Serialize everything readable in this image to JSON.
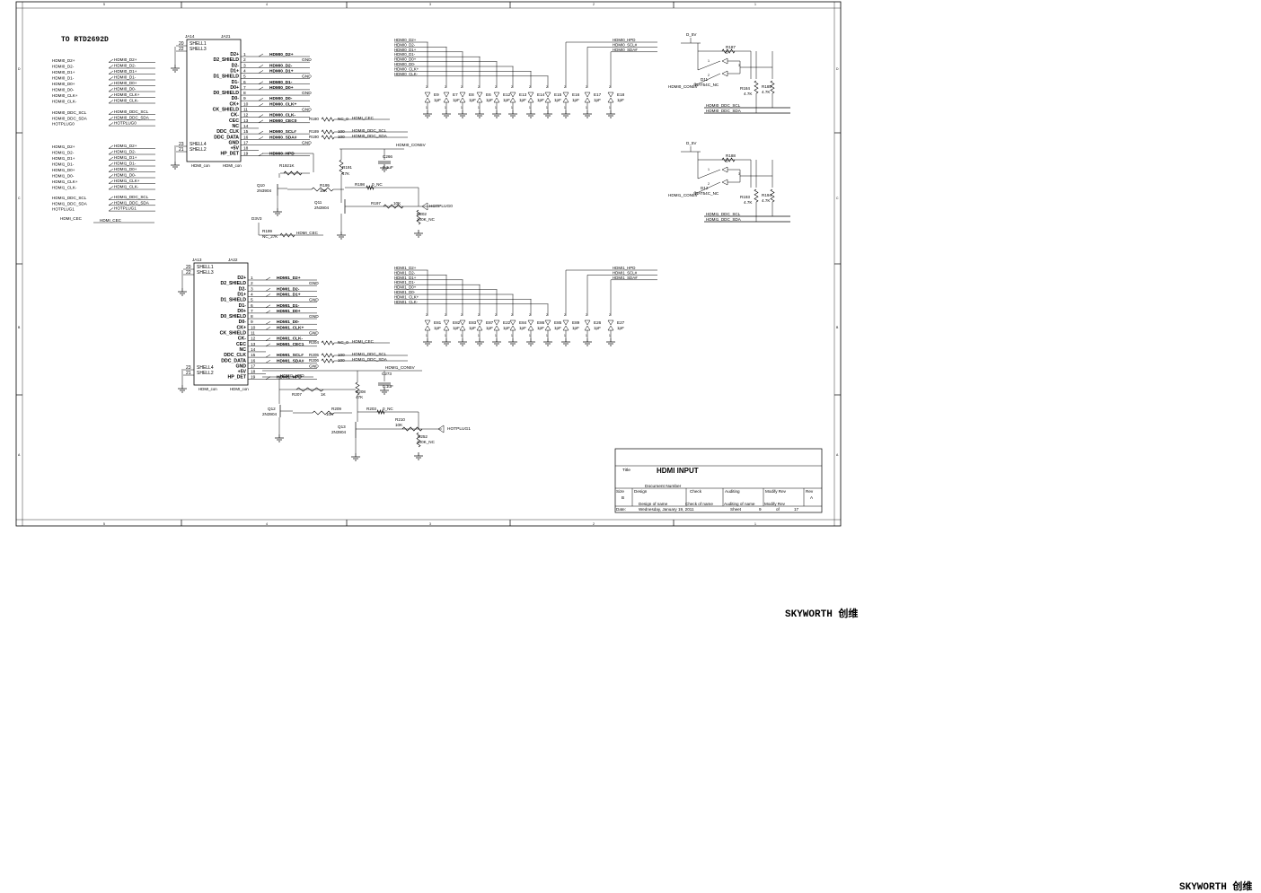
{
  "sheet_title": "TO RTD2692D",
  "brand": "SKYWORTH 创维",
  "top_side_labels": [
    "5",
    "4",
    "3",
    "2",
    "1"
  ],
  "side_row_labels": [
    "D",
    "C",
    "B",
    "A"
  ],
  "left_nets_top": [
    [
      "HDMI0_D2+",
      "HDMI0_D2+"
    ],
    [
      "HDMI0_D2-",
      "HDMI0_D2-"
    ],
    [
      "HDMI0_D1+",
      "HDMI0_D1+"
    ],
    [
      "HDMI0_D1-",
      "HDMI0_D1-"
    ],
    [
      "HDMI0_D0+",
      "HDMI0_D0+"
    ],
    [
      "HDMI0_D0-",
      "HDMI0_D0-"
    ],
    [
      "HDMI0_CLK+",
      "HDMI0_CLK+"
    ],
    [
      "HDMI0_CLK-",
      "HDMI0_CLK-"
    ]
  ],
  "left_nets_top_b": [
    [
      "HDMI0_DDC_SCL",
      "HDMI0_DDC_SCL"
    ],
    [
      "HDMI0_DDC_SDA",
      "HDMI0_DDC_SDA"
    ],
    [
      "HOTPLUG0",
      "HOTPLUG0"
    ]
  ],
  "left_nets_mid": [
    [
      "HDMI1_D2+",
      "HDMI1_D2+"
    ],
    [
      "HDMI1_D2-",
      "HDMI1_D2-"
    ],
    [
      "HDMI1_D1+",
      "HDMI1_D1+"
    ],
    [
      "HDMI1_D1-",
      "HDMI1_D1-"
    ],
    [
      "HDMI1_D0+",
      "HDMI1_D0+"
    ],
    [
      "HDMI1_D0-",
      "HDMI1_D0-"
    ],
    [
      "HDMI1_CLK+",
      "HDMI1_CLK+"
    ],
    [
      "HDMI1_CLK-",
      "HDMI1_CLK-"
    ]
  ],
  "left_nets_mid_b": [
    [
      "HDMI1_DDC_SCL",
      "HDMI1_DDC_SCL"
    ],
    [
      "HDMI1_DDC_SDA",
      "HDMI1_DDC_SDA"
    ],
    [
      "HOTPLUG1",
      "HOTPLUG1"
    ]
  ],
  "hdmi_cec": [
    "HDMI_CEC",
    "HDMI_CEC"
  ],
  "connector0": {
    "ref_a": "JA14",
    "ref_b": "JA21",
    "shell_pins": [
      [
        "20",
        "SHELL1"
      ],
      [
        "22",
        "SHELL3"
      ]
    ],
    "shell_pins_b": [
      [
        "23",
        "SHELL4"
      ],
      [
        "21",
        "SHELL2"
      ]
    ],
    "name_a": "HDMI_con",
    "name_b": "HDMI_con",
    "pins": [
      [
        "D2+",
        "1",
        "HDMI0_D2+"
      ],
      [
        "D2_SHIELD",
        "2",
        "GND"
      ],
      [
        "D2-",
        "3",
        "HDMI0_D2-"
      ],
      [
        "D1+",
        "4",
        "HDMI0_D1+"
      ],
      [
        "D1_SHIELD",
        "5",
        "GND"
      ],
      [
        "D1-",
        "6",
        "HDMI0_D1-"
      ],
      [
        "D0+",
        "7",
        "HDMI0_D0+"
      ],
      [
        "D0_SHIELD",
        "8",
        "GND"
      ],
      [
        "D0-",
        "9",
        "HDMI0_D0-"
      ],
      [
        "CK+",
        "10",
        "HDMI0_CLK+"
      ],
      [
        "CK_SHIELD",
        "11",
        "GND"
      ],
      [
        "CK-",
        "12",
        "HDMI0_CLK-"
      ],
      [
        "CEC",
        "13",
        "HDMI0_CEC0"
      ],
      [
        "NC",
        "14",
        ""
      ],
      [
        "DDC_CLK",
        "15",
        "HDMI0_SCL#"
      ],
      [
        "DDC_DATA",
        "16",
        "HDMI0_SDA#"
      ],
      [
        "GND",
        "17",
        "GND"
      ],
      [
        "+5V",
        "18",
        ""
      ],
      [
        "HP_DET",
        "19",
        "HDMI0_HPD"
      ]
    ]
  },
  "connector1": {
    "ref_a": "JA13",
    "ref_b": "JA22",
    "shell_pins": [
      [
        "20",
        "SHELL1"
      ],
      [
        "22",
        "SHELL3"
      ]
    ],
    "shell_pins_b": [
      [
        "23",
        "SHELL4"
      ],
      [
        "21",
        "SHELL2"
      ]
    ],
    "name_a": "HDMI_con",
    "name_b": "HDMI_con",
    "pins": [
      [
        "D2+",
        "1",
        "HDMI1_D2+"
      ],
      [
        "D2_SHIELD",
        "2",
        "GND"
      ],
      [
        "D2-",
        "3",
        "HDMI1_D2-"
      ],
      [
        "D1+",
        "4",
        "HDMI1_D1+"
      ],
      [
        "D1_SHIELD",
        "5",
        "GND"
      ],
      [
        "D1-",
        "6",
        "HDMI1_D1-"
      ],
      [
        "D0+",
        "7",
        "HDMI1_D0+"
      ],
      [
        "D0_SHIELD",
        "8",
        "GND"
      ],
      [
        "D0-",
        "9",
        "HDMI1_D0-"
      ],
      [
        "CK+",
        "10",
        "HDMI1_CLK+"
      ],
      [
        "CK_SHIELD",
        "11",
        "GND"
      ],
      [
        "CK-",
        "12",
        "HDMI1_CLK-"
      ],
      [
        "CEC",
        "13",
        "HDMI1_CEC1"
      ],
      [
        "NC",
        "14",
        ""
      ],
      [
        "DDC_CLK",
        "15",
        "HDMI1_SCL#"
      ],
      [
        "DDC_DATA",
        "16",
        "HDMI1_SDA#"
      ],
      [
        "GND",
        "17",
        "GND"
      ],
      [
        "+5V",
        "18",
        ""
      ],
      [
        "HP_DET",
        "19",
        "HDMI1_HPD"
      ]
    ]
  },
  "cec0": {
    "res": "R180",
    "val": "NC_0",
    "net": "HDMI_CEC"
  },
  "ddc0": [
    [
      "R189",
      "100",
      "HDMI0_DDC_SCL"
    ],
    [
      "R190",
      "100",
      "HDMI0_DDC_SDA"
    ]
  ],
  "cec1": {
    "res": "R204",
    "val": "NC_0",
    "net": "HDMI_CEC"
  },
  "ddc1": [
    [
      "R205",
      "100",
      "HDMI1_DDC_SCL"
    ],
    [
      "R206",
      "100",
      "HDMI1_DDC_SDA"
    ]
  ],
  "hp0": {
    "con5v": "HDMI0_CON5V",
    "cap": "C266",
    "capv": "0.1uF",
    "r192": "R192",
    "r192v": "1K",
    "r191": "R191",
    "r191v": "47K",
    "q10": "Q10",
    "q10t": "2N3904",
    "r195": "R195",
    "r195v": "10K",
    "r198": "R198",
    "r198v": "0_NC",
    "q11": "Q11",
    "q11t": "2N3904",
    "r197": "R197",
    "r197v": "10K",
    "hot": "HOTPLUG0",
    "r202": "R202",
    "r202v": "100K_NC",
    "d3v3": "D3V3",
    "r199": "R199",
    "r199v": "NC_27K",
    "cec": "HDMI_CEC"
  },
  "hp1": {
    "con5v": "HDMI1_CON5V",
    "cap": "C273",
    "capv": "0.1uF",
    "r207": "R207",
    "r207v": "1K",
    "r208": "R208",
    "r208v": "47K",
    "q12": "Q12",
    "q12t": "2N3904",
    "r209": "R209",
    "r209v": "10K",
    "r203": "R203",
    "r203v": "0_NC",
    "q13": "Q13",
    "q13t": "2N3904",
    "r210": "R210",
    "r210v": "10K",
    "hot": "HOTPLUG1",
    "r252": "R252",
    "r252v": "100K_NC"
  },
  "esd_top_nets": [
    "HDMI0_D2+",
    "HDMI0_D2-",
    "HDMI0_D1+",
    "HDMI0_D1-",
    "HDMI0_D0+",
    "HDMI0_D0-",
    "HDMI0_CLK+",
    "HDMI0_CLK-"
  ],
  "esd_top_right_nets": [
    "HDMI0_HPD",
    "HDMI0_SCL#",
    "HDMI0_SDA#"
  ],
  "esd_top": [
    [
      "E9",
      "1pF"
    ],
    [
      "E7",
      "1pF"
    ],
    [
      "E8",
      "1pF"
    ],
    [
      "E6",
      "1pF"
    ],
    [
      "E12",
      "1pF"
    ],
    [
      "E13",
      "1pF"
    ],
    [
      "E14",
      "1pF"
    ],
    [
      "E15",
      "1pF"
    ],
    [
      "E16",
      "1pF"
    ],
    [
      "E17",
      "1pF"
    ],
    [
      "E18",
      "1pF"
    ]
  ],
  "esd_bot_nets": [
    "HDMI1_D2+",
    "HDMI1_D2-",
    "HDMI1_D1+",
    "HDMI1_D1-",
    "HDMI1_D0+",
    "HDMI1_D0-",
    "HDMI1_CLK+",
    "HDMI1_CLK-"
  ],
  "esd_bot_right_nets": [
    "HDMI1_HPD",
    "HDMI1_SCL#",
    "HDMI1_SDA#"
  ],
  "esd_bot": [
    [
      "E81",
      "1pF"
    ],
    [
      "E82",
      "1pF"
    ],
    [
      "E83",
      "1pF"
    ],
    [
      "E87",
      "1pF"
    ],
    [
      "E22",
      "1pF"
    ],
    [
      "E84",
      "1pF"
    ],
    [
      "E86",
      "1pF"
    ],
    [
      "E85",
      "1pF"
    ],
    [
      "E89",
      "1pF"
    ],
    [
      "E26",
      "1pF"
    ],
    [
      "E27",
      "1pF"
    ]
  ],
  "ddc_pull0": {
    "v": "D_5V",
    "r187": "R187",
    "r187v": "0",
    "d": "D11",
    "dt": "BAT54C_NC",
    "con": "HDMI0_CON5V",
    "r184": "R184",
    "r184v": "4.7K",
    "r185": "R185",
    "r185v": "4.7K",
    "scl": "HDMI0_DDC_SCL",
    "sda": "HDMI0_DDC_SDA"
  },
  "ddc_pull1": {
    "v": "D_5V",
    "r188": "R188",
    "r188v": "0",
    "d": "D12",
    "dt": "BAT54C_NC",
    "con": "HDMI1_CON5V",
    "r193": "R193",
    "r193v": "4.7K",
    "r194": "R194",
    "r194v": "4.7K",
    "scl": "HDMI1_DDC_SCL",
    "sda": "HDMI1_DDC_SDA"
  },
  "title_block": {
    "title_label": "Title",
    "title": "HDMI INPUT",
    "doc_label": "Document Number",
    "size_label": "Size",
    "size": "B",
    "design_label": "Design",
    "check_label": "Check",
    "audit_label": "Auditing",
    "modify_label": "Modify Rev",
    "rev_label": "Rev",
    "rev": "A",
    "design_name": "Design of name",
    "check_name": "Check  of  name",
    "audit_name": "Auditing of name",
    "modify_name": "Modify Rev",
    "date_label": "Date:",
    "date": "Wednesday, January 19, 2011",
    "sheet_label": "Sheet",
    "sheet": "9",
    "of_label": "of",
    "of": "17"
  }
}
